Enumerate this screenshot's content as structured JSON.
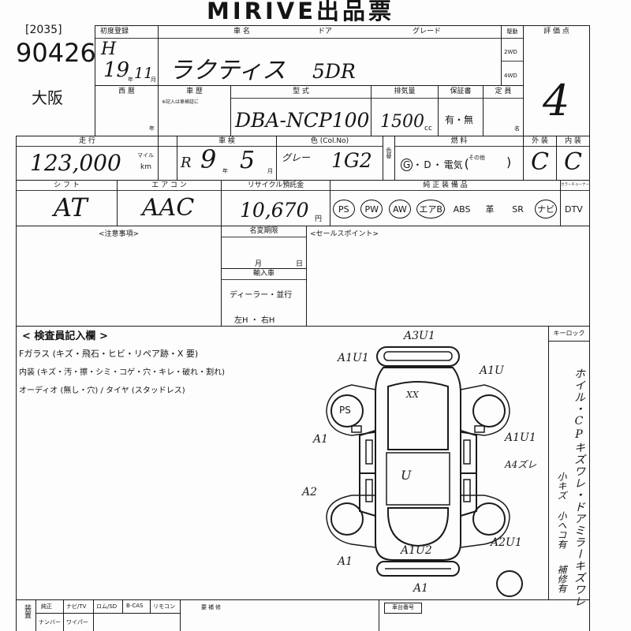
{
  "title": "MIRIVE出品票",
  "header": {
    "lot_bracket": "[2035]",
    "lot_number": "90426",
    "venue": "大阪"
  },
  "registration": {
    "label": "初度登録",
    "era": "H",
    "year": "19",
    "year_unit": "年",
    "month": "11",
    "month_unit": "月"
  },
  "car": {
    "name_label": "車 名",
    "door_label": "ドア",
    "grade_label": "グレード",
    "name": "ラクティス",
    "door": "5DR"
  },
  "drive": {
    "label": "駆動",
    "option_2wd": "2WD",
    "option_4wd": "4WD"
  },
  "score": {
    "label": "評 価 点",
    "value": "4"
  },
  "row2": {
    "western_year_label": "西 暦",
    "year_unit": "年",
    "history_label": "車 歴",
    "history_note": "※記入は車検証に",
    "model_label": "型 式",
    "model": "DBA-NCP100",
    "displacement_label": "排気量",
    "displacement": "1500",
    "displacement_unit": "cc",
    "warranty_label": "保証書",
    "warranty": "有・無",
    "capacity_label": "定 員",
    "capacity_unit": "名"
  },
  "row3": {
    "mileage_label": "走 行",
    "mileage": "123,000",
    "mile_label": "マイル",
    "km_label": "km",
    "inspection_label": "車 検",
    "inspection_era": "R",
    "inspection_year": "9",
    "year_unit": "年",
    "inspection_month": "5",
    "month_unit": "月",
    "color_label": "色 (Col.No)",
    "color": "グレー",
    "color_code": "1G2",
    "color_change_label": "色替",
    "fuel_label": "燃 料",
    "fuel_options": [
      {
        "label": "G",
        "circled": true
      },
      {
        "label": "D",
        "circled": false
      },
      {
        "label": "電気",
        "circled": false
      }
    ],
    "fuel_separator": "・",
    "fuel_open": "(",
    "fuel_other": "その他",
    "fuel_close": ")",
    "exterior_label": "外 装",
    "exterior": "C",
    "interior_label": "内 装",
    "interior": "C"
  },
  "row4": {
    "shift_label": "シ フ ト",
    "shift": "AT",
    "aircon_label": "エ ア コ ン",
    "aircon": "AAC",
    "recycle_label": "リサイクル預託金",
    "recycle": "10,670",
    "recycle_unit": "円",
    "equipment_label": "純 正 装 備 品",
    "tuner_label": "カラーチューナー",
    "equipment": [
      {
        "label": "PS",
        "circled": true
      },
      {
        "label": "PW",
        "circled": true
      },
      {
        "label": "AW",
        "circled": true
      },
      {
        "label": "エアB",
        "circled": true
      },
      {
        "label": "ABS",
        "circled": false
      },
      {
        "label": "革",
        "circled": false
      },
      {
        "label": "SR",
        "circled": false
      },
      {
        "label": "ナビ",
        "circled": true
      }
    ],
    "tuner_value": "DTV"
  },
  "row5": {
    "notes_label": "<注意事項>",
    "name_change_label": "名変期限",
    "name_change_month": "月",
    "name_change_day": "日",
    "import_label": "輸入車",
    "import_type": "ディーラー・並行",
    "handle": "左H ・ 右H",
    "sales_point_label": "<セールスポイント>"
  },
  "inspection": {
    "label": "< 検査員記入欄 >",
    "windshield": "Fガラス (キズ・飛石・ヒビ・リペア跡・X 要)",
    "interior": "内装 (キズ・汚・擦・シミ・コゲ・穴・キレ・破れ・割れ)",
    "audio_tire": "オーディオ (無し・穴) / タイヤ (スタッドレス)",
    "key_lock_label": "キーロック",
    "remark_main": "ホイル・CPキズワレ・ドアミラーキズワレ",
    "remark_small_scratch": "小キズ",
    "remark_small_dent": "小ヘコ有",
    "remark_repaired": "補修有"
  },
  "diagram": {
    "annotations": [
      "A3U1",
      "A1U1",
      "A1U",
      "XX",
      "PS",
      "A1",
      "A1U1",
      "A4ズレ",
      "U",
      "A2",
      "A1U2",
      "A2U1",
      "A1",
      "A1"
    ]
  },
  "bottom": {
    "side_label": "装置",
    "columns": [
      "純正",
      "ナビ/TV",
      "ロム/SD",
      "B-CAS",
      "リモコン"
    ],
    "second_row": [
      "ナンバー",
      "ワイパー"
    ],
    "repair_label": "要補修",
    "chassis_label": "車台番号"
  }
}
